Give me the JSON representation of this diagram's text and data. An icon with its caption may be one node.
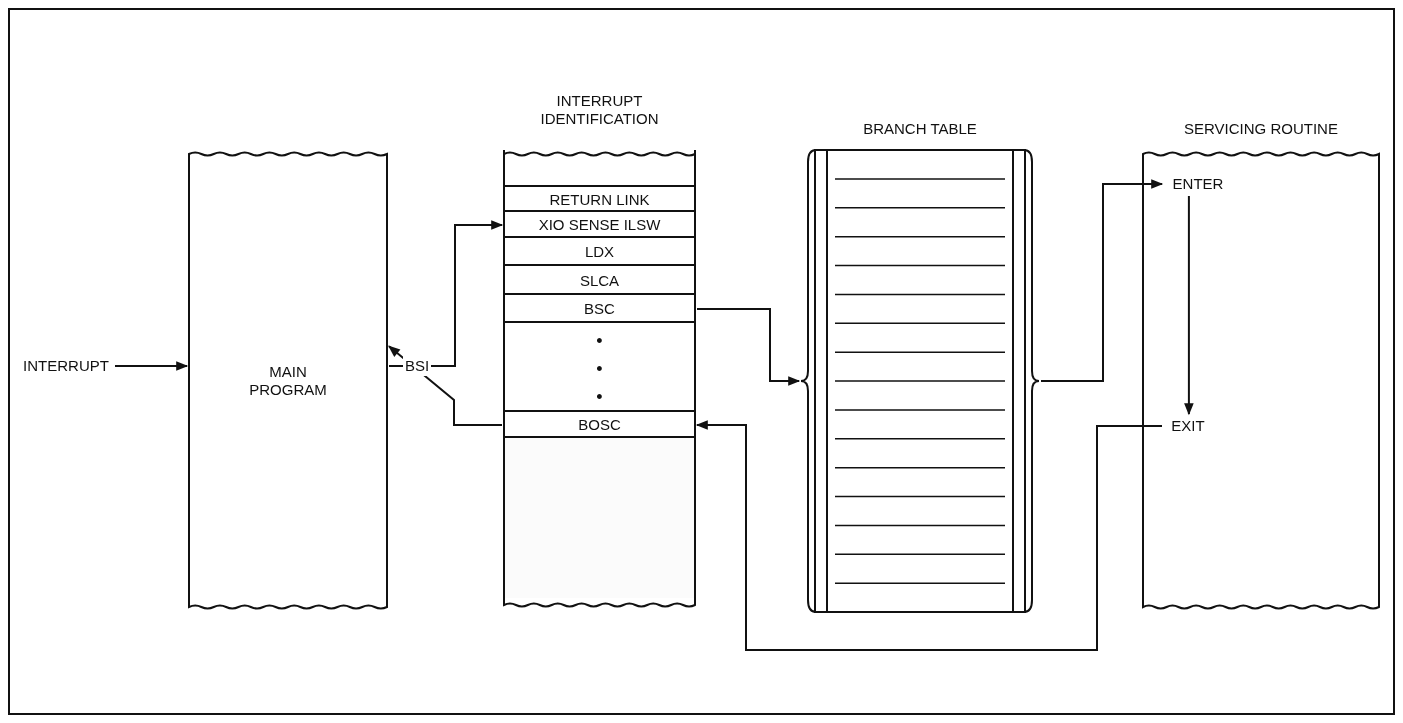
{
  "diagram": {
    "nodes": [
      {
        "text": [
          "INTERRUPT"
        ]
      },
      {
        "text": [
          "MAIN PROGRAM"
        ]
      },
      {
        "text": [
          "INTERRUPT IDENTIFICATION"
        ]
      },
      {
        "text": [],
        "shape": "box",
        "in": 2
      },
      {
        "text": [
          "RETURN LINK"
        ],
        "in": 2
      },
      {
        "text": [
          "XIO SENSE ILSW"
        ],
        "in": 2
      },
      {
        "text": [
          "LDX"
        ],
        "in": 2
      },
      {
        "text": [
          "SLCA"
        ],
        "in": 2
      },
      {
        "text": [
          "BSC"
        ],
        "in": 2
      },
      {
        "text": [
          "• • •"
        ],
        "in": 2
      },
      {
        "text": [
          "BOSC"
        ],
        "in": 2
      },
      {
        "text": [],
        "shape": "box",
        "in": 2
      },
      {
        "text": [
          "BRANCH TABLE"
        ]
      },
      {
        "text": [
          "SERVICING ROUTINE"
        ]
      },
      {
        "text": [
          "ENTER"
        ],
        "in": 13
      },
      {
        "text": [
          "EXIT"
        ],
        "in": 13
      }
    ],
    "edges": [
      {
        "from": 0,
        "to": 1,
        "arrow": "to"
      },
      {
        "from": 1,
        "to": 5,
        "arrow": "to",
        "label": "BSI"
      },
      {
        "from": 8,
        "to": 12,
        "arrow": "to"
      },
      {
        "from": 12,
        "to": 14,
        "arrow": "to"
      },
      {
        "from": 14,
        "to": 15,
        "arrow": "to"
      },
      {
        "from": 15,
        "to": 10,
        "arrow": "to"
      },
      {
        "from": 10,
        "to": 1,
        "arrow": "to"
      }
    ]
  }
}
